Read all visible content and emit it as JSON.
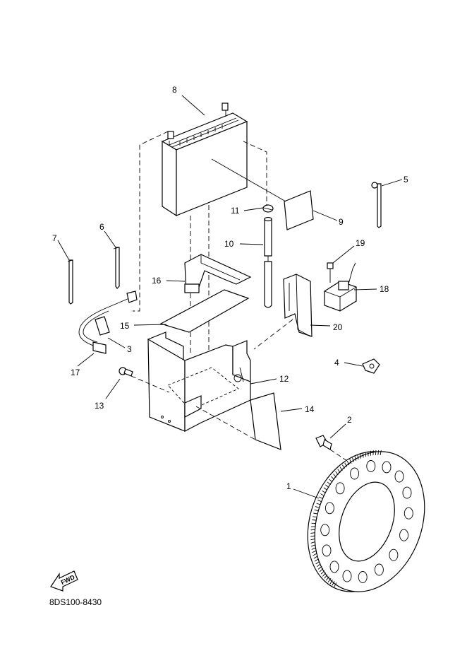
{
  "diagram_code": "8DS100-8430",
  "fwd_label": "FWD",
  "callouts": {
    "c1": "1",
    "c2": "2",
    "c3": "3",
    "c4": "4",
    "c5": "5",
    "c6": "6",
    "c7": "7",
    "c8": "8",
    "c9": "9",
    "c10": "10",
    "c11": "11",
    "c12": "12",
    "c13": "13",
    "c14": "14",
    "c15": "15",
    "c16": "16",
    "c17": "17",
    "c18": "18",
    "c19": "19",
    "c20": "20"
  }
}
